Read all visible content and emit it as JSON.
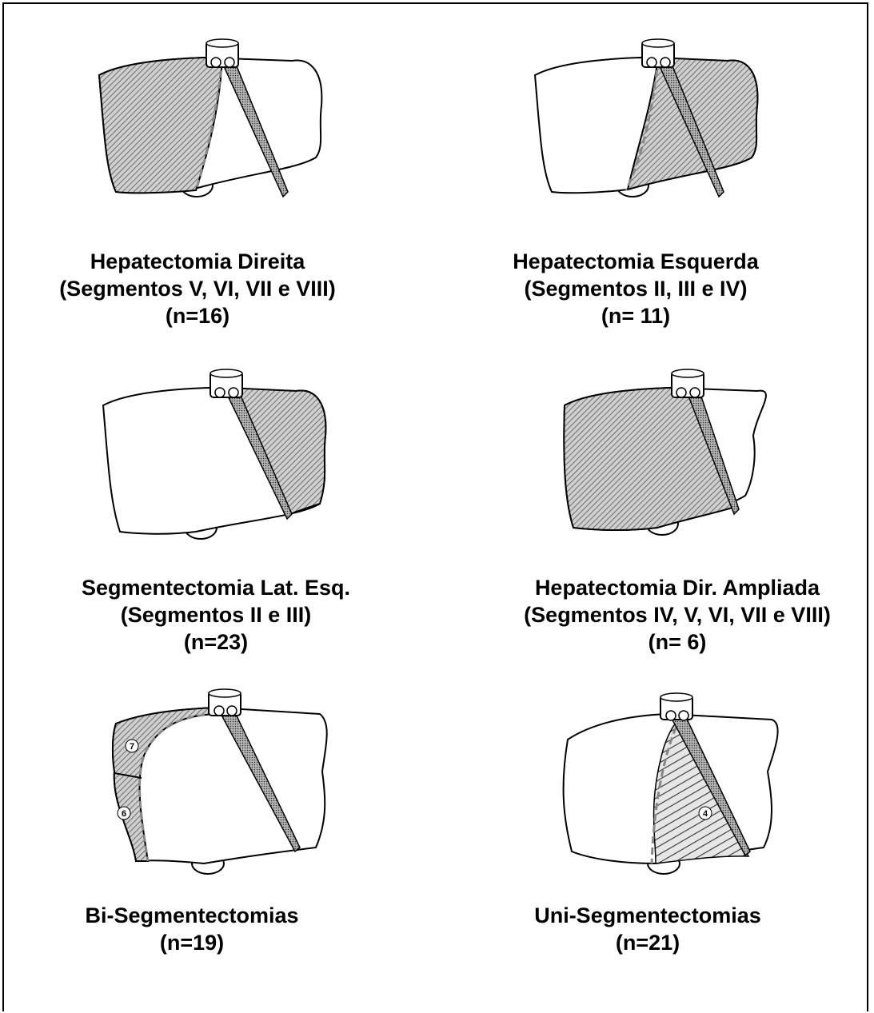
{
  "figure": {
    "panels": [
      {
        "id": "right",
        "title": "Hepatectomia Direita",
        "segments": "(Segmentos V, VI, VII e VIII)",
        "count": "(n=16)"
      },
      {
        "id": "left",
        "title": "Hepatectomia Esquerda",
        "segments": "(Segmentos II, III e IV)",
        "count": "(n= 11)"
      },
      {
        "id": "lateral",
        "title": "Segmentectomia Lat. Esq.",
        "segments": "(Segmentos II e III)",
        "count": "(n=23)"
      },
      {
        "id": "extended",
        "title": "Hepatectomia Dir. Ampliada",
        "segments": "(Segmentos IV, V, VI, VII e VIII)",
        "count": "(n= 6)"
      },
      {
        "id": "bi",
        "title": "Bi-Segmentectomias",
        "count": "(n=19)",
        "segment_labels": [
          "7",
          "6"
        ]
      },
      {
        "id": "uni",
        "title": "Uni-Segmentectomias",
        "count": "(n=21)",
        "segment_labels": [
          "4"
        ]
      }
    ]
  }
}
